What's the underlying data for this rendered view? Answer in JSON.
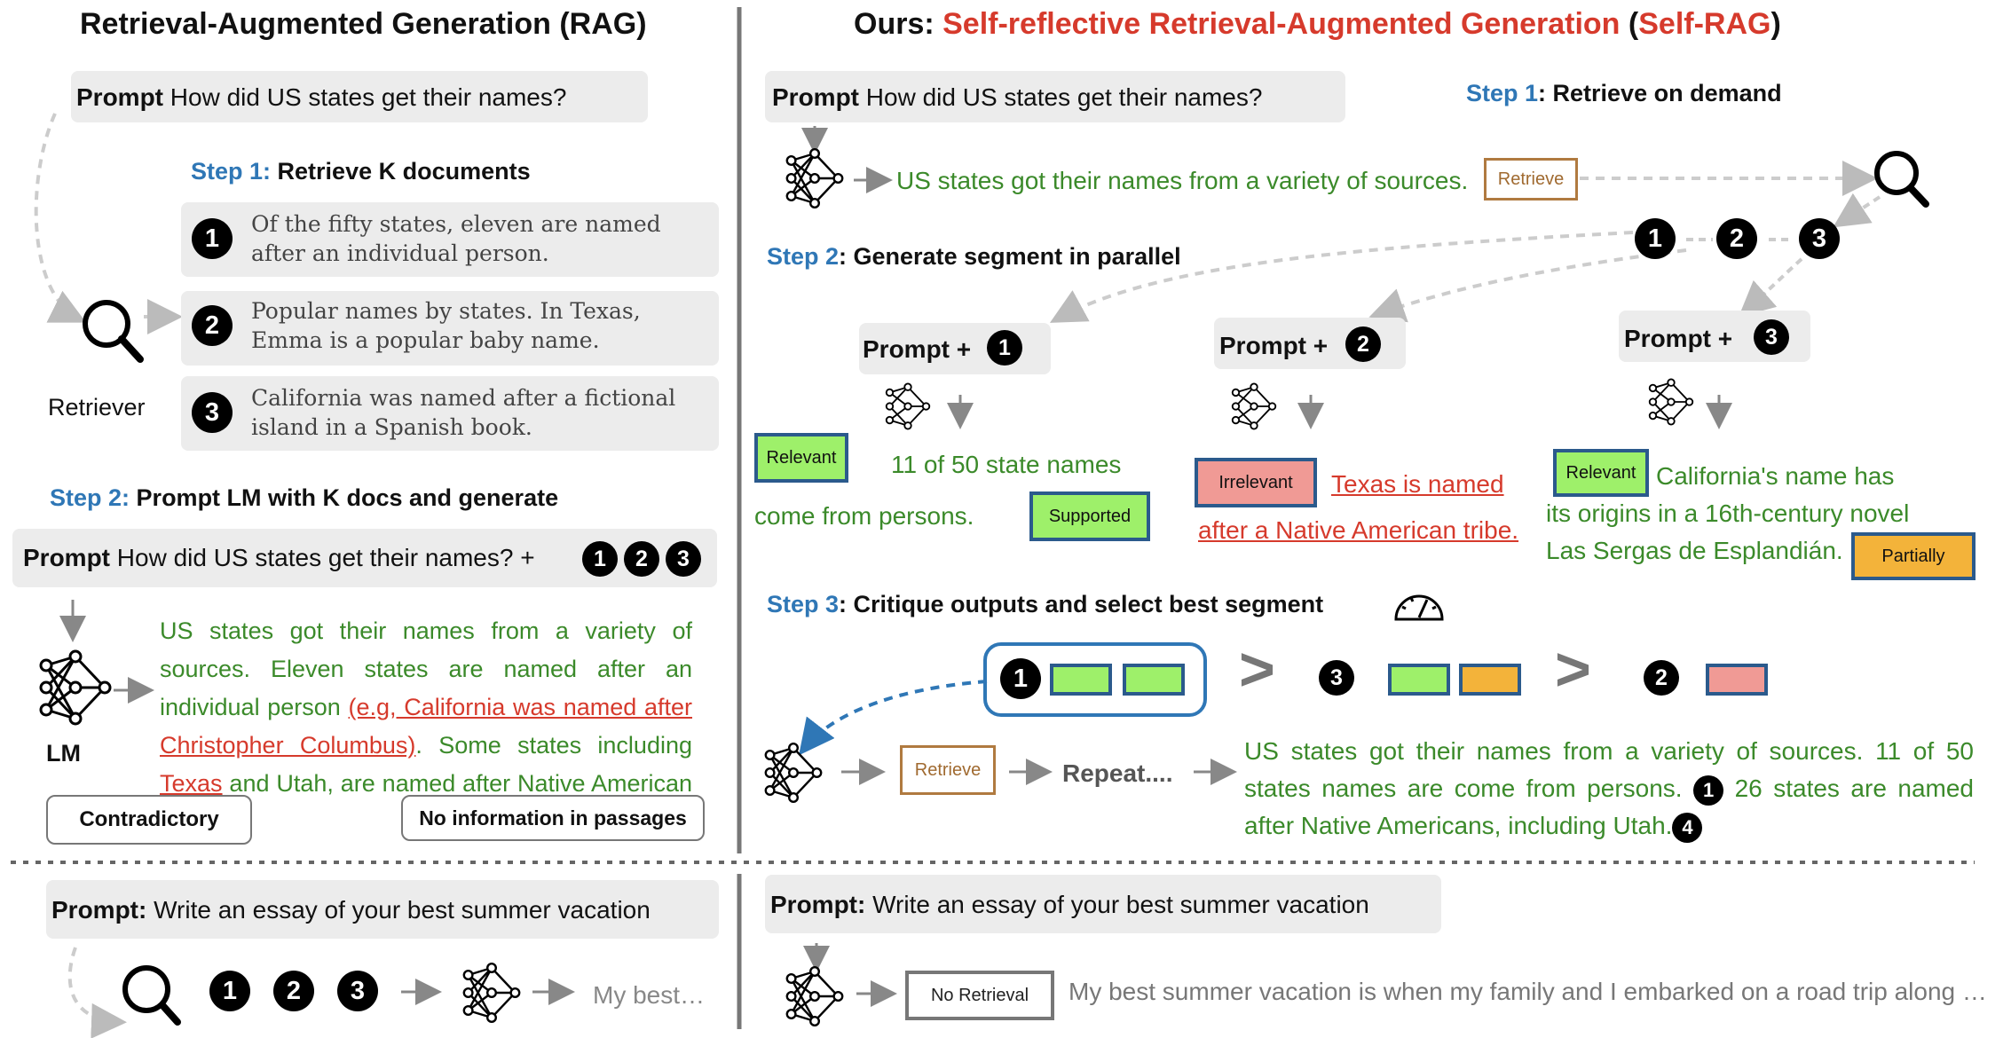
{
  "left": {
    "title": "Retrieval-Augmented Generation (RAG)",
    "prompt_label": "Prompt",
    "prompt_text": "How did US states get their names?",
    "step1_prefix": "Step 1:",
    "step1_text": "Retrieve K documents",
    "docs": [
      {
        "num": "1",
        "text": "Of the fifty states, eleven are named after an individual person."
      },
      {
        "num": "2",
        "text": "Popular names by states. In Texas, Emma is a popular baby name."
      },
      {
        "num": "3",
        "text": "California was named after a fictional island in a Spanish book."
      }
    ],
    "retriever_label": "Retriever",
    "step2_prefix": "Step 2:",
    "step2_text": "Prompt LM with K docs and generate",
    "prompt2_text": "How did US states get their names? +",
    "lm_label": "LM",
    "output_a": "US states got their names from a variety of sources. Eleven states are named after an individual person ",
    "output_red1": "(e.g, California was named after Christopher Columbus)",
    "output_b": ". Some states including ",
    "output_red2": "Texas",
    "output_c": " and Utah, are named after Native American tribe.",
    "callout_contradictory": "Contradictory",
    "callout_noinfo": "No information in passages"
  },
  "right": {
    "title_prefix": "Ours: ",
    "title_main": "Self-reflective Retrieval-Augmented Generation",
    "title_abbr_open": " (",
    "title_abbr": "Self-RAG",
    "title_abbr_close": ")",
    "prompt_label": "Prompt",
    "prompt_text": "How did US states get their names?",
    "step1_prefix": "Step 1",
    "step1_text": ": Retrieve on demand",
    "gen_text": "US states got their names from a variety of sources.",
    "retrieve_tag": "Retrieve",
    "step2_prefix": "Step 2",
    "step2_text": ": Generate segment in parallel",
    "prompt_plus": "Prompt +",
    "seg1_tag": "Relevant",
    "seg1_text_a": "11 of 50 state names",
    "seg1_text_b": "come from persons.",
    "seg1_support": "Supported",
    "seg2_tag": "Irrelevant",
    "seg2_text_a": "Texas is named",
    "seg2_text_b": "after a Native American tribe.",
    "seg3_tag": "Relevant",
    "seg3_text": "California's name has its origins in a 16th-century novel Las Sergas de Esplandián.",
    "seg3_support": "Partially",
    "step3_prefix": "Step 3",
    "step3_text": ": Critique outputs and select best segment",
    "gt": ">",
    "repeat_text": "Repeat....",
    "final_a": "US states got their names from a variety of sources. 11 of 50 states names are come from persons. ",
    "final_num1": "1",
    "final_b": " 26 states are named after Native Americans, including Utah.",
    "final_num2": "4"
  },
  "bottom_left": {
    "prompt_label": "Prompt:",
    "prompt_text": "Write an essay of your best summer vacation",
    "output": "My best…"
  },
  "bottom_right": {
    "prompt_label": "Prompt:",
    "prompt_text": "Write an essay of your best summer vacation",
    "noret_tag": "No Retrieval",
    "output": "My best summer vacation is when my family and I embarked on a road trip along …"
  },
  "numbers": [
    "1",
    "2",
    "3"
  ],
  "colors": {
    "accent_red": "#d63a2c",
    "accent_blue": "#2f77b6",
    "green_text": "#3b8a2a",
    "relevant": "#9ef06a",
    "irrelevant": "#f09a95",
    "partial": "#f3b33a"
  },
  "icons": [
    "search-icon",
    "neural-network-icon",
    "gauge-icon",
    "arrow-icon"
  ]
}
